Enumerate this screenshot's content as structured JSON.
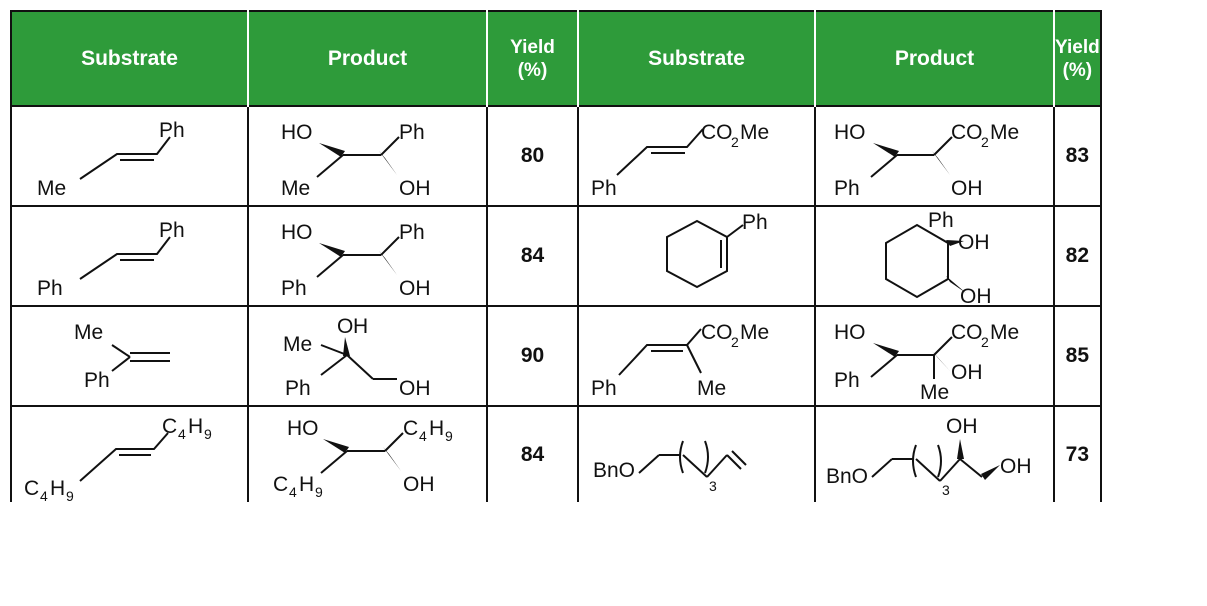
{
  "headers": {
    "substrate": "Substrate",
    "product": "Product",
    "yield_line1": "Yield",
    "yield_line2": "(%)"
  },
  "labels": {
    "Ph": "Ph",
    "Me": "Me",
    "HO": "HO",
    "OH": "OH",
    "O": "O",
    "H": "H",
    "CO": "CO",
    "two": "2",
    "C": "C",
    "four": "4",
    "nine": "9",
    "BnO": "BnO",
    "three": "3"
  },
  "rows": [
    {
      "left_yield": "80",
      "right_yield": "83"
    },
    {
      "left_yield": "84",
      "right_yield": "82"
    },
    {
      "left_yield": "90",
      "right_yield": "85"
    },
    {
      "left_yield": "84",
      "right_yield": "73"
    }
  ]
}
